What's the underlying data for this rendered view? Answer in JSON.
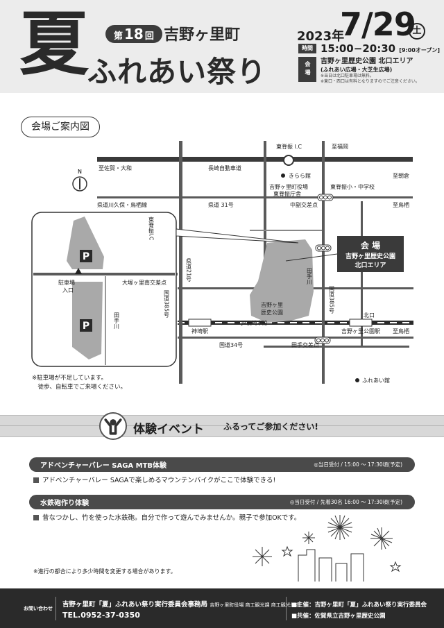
{
  "header": {
    "title_kanji": "夏",
    "edition_prefix": "第",
    "edition_number": "18",
    "edition_suffix": "回",
    "town": "吉野ヶ里町",
    "festival": "ふれあい祭り",
    "year": "2023年",
    "month_day": "7/29",
    "weekday": "土",
    "time_label": "時間",
    "time": "15:00−20:30",
    "time_open": "[9:00オープン]",
    "venue_label": "会場",
    "venue_main": "吉野ヶ里歴史公園 北口エリア",
    "venue_sub": "(ふれあい広場・大芝生広場)",
    "venue_note1": "※当日は北口駐車場は無料。",
    "venue_note2": "※東口・西口は有料となりますのでご注意ください。"
  },
  "map": {
    "heading": "会場ご案内図",
    "compass": "N",
    "roads": {
      "sefuri_ic": "東脊振 I.C",
      "fukuoka": "至福岡",
      "saga_yamato": "至佐賀・大和",
      "nagasaki_exp": "長崎自動車道",
      "kirara": "きらら館",
      "asakura": "至朝倉",
      "town_office1": "吉野ヶ里町役場",
      "town_office2": "東脊振庁舎",
      "school": "東脊振小・中学校",
      "kawakubo": "県道川久保・鳥栖線",
      "route31": "県道 31号",
      "nakamizo": "中副交差点",
      "tosu1": "至鳥栖",
      "sefuri_ic_v": "東脊振I.C",
      "route21": "県道21号",
      "otsuka": "大塚ヶ里南交差点",
      "tade_river": "田手川",
      "route385": "国道385号",
      "route385b": "国道385号",
      "park_label1": "吉野ヶ里",
      "park_label2": "歴史公園",
      "jr_line": "JR長崎本線",
      "kitaguchi": "北口",
      "kanzaki": "神埼駅",
      "park_station": "吉野ヶ里公園駅",
      "tosu2": "至鳥栖",
      "route34": "国道34号",
      "tade_cross": "田手交差点",
      "fureaikan": "ふれあい館",
      "parking_entrance1": "駐車場",
      "parking_entrance2": "入口",
      "parking_p": "P"
    },
    "venue_box": {
      "line1": "会 場",
      "line2": "吉野ヶ里歴史公園",
      "line3": "北口エリア"
    },
    "note": "※駐車場が不足しています。\n　徒歩、自転車でご来場ください。"
  },
  "events": {
    "title": "体験イベント",
    "subtitle": "ふるってご参加ください!",
    "items": [
      {
        "name": "アドベンチャーバレー SAGA MTB体験",
        "time": "◎当日受付 / 15:00 〜 17:30頃(予定)",
        "desc": "アドベンチャーバレー SAGAで楽しめるマウンテンバイクがここで体験できる!"
      },
      {
        "name": "水鉄砲作り体験",
        "time": "◎当日受付 / 先着30名 16:00 〜 17:30頃(予定)",
        "desc": "昔なつかし、竹を使った水鉄砲。自分で作って遊んでみませんか。親子で参加OKです。"
      }
    ],
    "footnote": "※進行の都合により多少時間を変更する場合があります。"
  },
  "footer": {
    "contact_label": "お問い合わせ",
    "organizer": "吉野ヶ里町「夏」ふれあい祭り実行委員会事務局",
    "organizer_dept": "吉野ヶ里町役場 商工観光課 商工観光係内",
    "tel": "TEL.0952-37-0350",
    "host": "■主催：吉野ヶ里町「夏」ふれあい祭り実行委員会",
    "cohost": "■共催：佐賀県立吉野ヶ里歴史公園"
  },
  "colors": {
    "dark": "#2a2a2a",
    "header_bg": "#ececec",
    "road": "#5a5a5a",
    "park": "#a9a9a9"
  }
}
